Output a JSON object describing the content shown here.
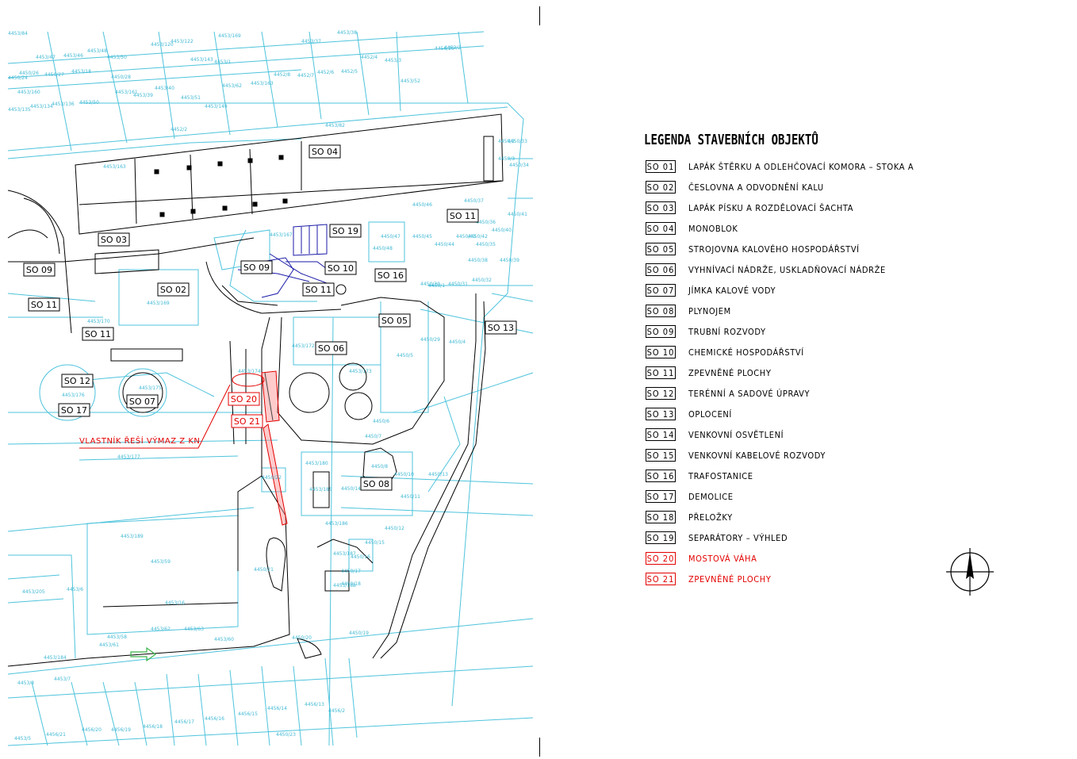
{
  "legend": {
    "title": "LEGENDA STAVEBNÍCH OBJEKTŮ",
    "items": [
      {
        "code": "SO 01",
        "label": "LAPÁK ŠTĚRKU A ODLEHČOVACÍ KOMORA – STOKA A",
        "color": "#000000"
      },
      {
        "code": "SO 02",
        "label": "ČESLOVNA A ODVODNĚNÍ KALU",
        "color": "#000000"
      },
      {
        "code": "SO 03",
        "label": "LAPÁK PÍSKU A ROZDĚLOVACÍ ŠACHTA",
        "color": "#000000"
      },
      {
        "code": "SO 04",
        "label": "MONOBLOK",
        "color": "#000000"
      },
      {
        "code": "SO 05",
        "label": "STROJOVNA KALOVÉHO HOSPODÁŘSTVÍ",
        "color": "#000000"
      },
      {
        "code": "SO 06",
        "label": "VYHNÍVACÍ NÁDRŽE, USKLADŇOVACÍ NÁDRŽE",
        "color": "#000000"
      },
      {
        "code": "SO 07",
        "label": "JÍMKA KALOVÉ VODY",
        "color": "#000000"
      },
      {
        "code": "SO 08",
        "label": "PLYNOJEM",
        "color": "#000000"
      },
      {
        "code": "SO 09",
        "label": "TRUBNÍ ROZVODY",
        "color": "#000000"
      },
      {
        "code": "SO 10",
        "label": "CHEMICKÉ HOSPODÁŘSTVÍ",
        "color": "#000000"
      },
      {
        "code": "SO 11",
        "label": "ZPEVNĚNÉ PLOCHY",
        "color": "#000000"
      },
      {
        "code": "SO 12",
        "label": "TERÉNNÍ A SADOVÉ ÚPRAVY",
        "color": "#000000"
      },
      {
        "code": "SO 13",
        "label": "OPLOCENÍ",
        "color": "#000000"
      },
      {
        "code": "SO 14",
        "label": "VENKOVNÍ OSVĚTLENÍ",
        "color": "#000000"
      },
      {
        "code": "SO 15",
        "label": "VENKOVNÍ KABELOVÉ ROZVODY",
        "color": "#000000"
      },
      {
        "code": "SO 16",
        "label": "TRAFOSTANICE",
        "color": "#000000"
      },
      {
        "code": "SO 17",
        "label": "DEMOLICE",
        "color": "#000000"
      },
      {
        "code": "SO 18",
        "label": "PŘELOŽKY",
        "color": "#000000"
      },
      {
        "code": "SO 19",
        "label": "SEPARÁTORY – VÝHLED",
        "color": "#000000"
      },
      {
        "code": "SO 20",
        "label": "MOSTOVÁ VÁHA",
        "color": "#e30000"
      },
      {
        "code": "SO 21",
        "label": "ZPEVNĚNÉ PLOCHY",
        "color": "#e30000"
      }
    ]
  },
  "map": {
    "object_labels": [
      "SO 04",
      "SO 03",
      "SO 19",
      "SO 11",
      "SO 09",
      "SO 09",
      "SO 10",
      "SO 16",
      "SO 02",
      "SO 11",
      "SO 11",
      "SO 11",
      "SO 05",
      "SO 13",
      "SO 06",
      "SO 12",
      "SO 07",
      "SO 17",
      "SO 20",
      "SO 21",
      "SO 08"
    ],
    "red_labels": [
      "SO 20",
      "SO 21"
    ],
    "note": "VLASTNÍK ŘEŠÍ VÝMAZ Z KN",
    "parcel_labels": [
      "4453/84",
      "4453/47",
      "4453/48",
      "4453/50",
      "4453/120",
      "4453/122",
      "4453/143",
      "4453/169",
      "4453/37",
      "4453/38",
      "4453/2",
      "4453/46",
      "4453/1",
      "4452/4",
      "4453/3",
      "4453/18",
      "4453/160",
      "4453/161",
      "4453/39",
      "4453/40",
      "4453/62",
      "4453/163",
      "4452/8",
      "4452/7",
      "4452/6",
      "4452/5",
      "4453/52",
      "4453/135",
      "4453/134",
      "4453/136",
      "4453/50",
      "4453/51",
      "4453/149",
      "4452/2",
      "4453/82",
      "4453/163",
      "4453/167",
      "4453/169",
      "4453/170",
      "4453/172",
      "4453/173",
      "4453/174",
      "4453/175",
      "4453/176",
      "4453/177",
      "4453/180",
      "4453/185",
      "4453/186",
      "4453/187",
      "4453/188",
      "4453/189",
      "4453/59",
      "4453/16",
      "4453/58",
      "4453/61",
      "4453/62",
      "4453/63",
      "4453/60",
      "4453/184",
      "4453/7",
      "4453/8",
      "4453/205",
      "4453/6",
      "4453/5",
      "4456/21",
      "4456/20",
      "4456/19",
      "4456/18",
      "4456/17",
      "4456/16",
      "4456/15",
      "4456/14",
      "4456/13",
      "4456/2",
      "4456/25",
      "4450/1",
      "4450/2",
      "4450/3",
      "4450/4",
      "4450/5",
      "4450/6",
      "4450/7",
      "4450/8",
      "4450/10",
      "4450/11",
      "4450/12",
      "4450/13",
      "4450/14",
      "4450/15",
      "4450/16",
      "4450/17",
      "4450/18",
      "4450/19",
      "4450/20",
      "4450/21",
      "4450/22",
      "4450/23",
      "4450/24",
      "4450/26",
      "4450/27",
      "4450/28",
      "4450/29",
      "4450/30",
      "4450/31",
      "4450/32",
      "4450/33",
      "4450/34",
      "4450/35",
      "4450/36",
      "4450/37",
      "4450/38",
      "4450/39",
      "4450/40",
      "4450/41",
      "4450/42",
      "4450/43",
      "4450/44",
      "4450/45",
      "4450/46",
      "4450/47",
      "4450/48"
    ],
    "colors": {
      "cadastre": "#4ec3dc",
      "buildings": "#000000",
      "proposed": "#e30000",
      "pipes": "#1a1aa8",
      "arrow": "#3cb44b"
    }
  },
  "compass_icon": "north-arrow-icon"
}
